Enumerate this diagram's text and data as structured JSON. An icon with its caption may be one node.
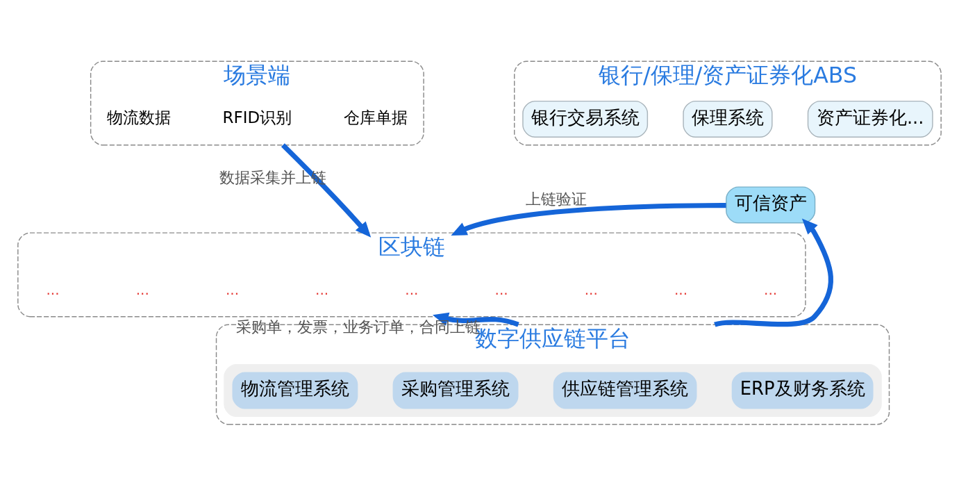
{
  "diagram": {
    "nodes": [
      {
        "text": [
          "场景端"
        ]
      },
      {
        "text": [
          "物流数据"
        ],
        "in": 0
      },
      {
        "text": [
          "RFID识别"
        ],
        "in": 0
      },
      {
        "text": [
          "仓库单据"
        ],
        "in": 0
      },
      {
        "text": [
          "银行/保理/资产证券化ABS"
        ]
      },
      {
        "text": [
          "银行交易系统"
        ],
        "in": 4
      },
      {
        "text": [
          "保理系统"
        ],
        "in": 4
      },
      {
        "text": [
          "资产证券化..."
        ],
        "in": 4
      },
      {
        "text": [
          "可信资产"
        ]
      },
      {
        "text": [
          "区块链"
        ]
      },
      {
        "text": [
          "数字供应链平台"
        ]
      },
      {
        "text": [],
        "shape": "box",
        "in": 10
      },
      {
        "text": [
          "物流管理系统"
        ],
        "in": 11
      },
      {
        "text": [
          "采购管理系统"
        ],
        "in": 11
      },
      {
        "text": [
          "供应链管理系统"
        ],
        "in": 11
      },
      {
        "text": [
          "ERP及财务系统"
        ],
        "in": 11
      }
    ],
    "edges": [
      {
        "from": 0,
        "to": 9,
        "arrow": "to",
        "label": "数据采集并上链"
      },
      {
        "from": 8,
        "to": 9,
        "arrow": "to",
        "label": "上链验证"
      },
      {
        "from": 10,
        "to": 9,
        "arrow": "to",
        "label": "采购单，发票，业务订单，合同上链"
      },
      {
        "from": 10,
        "to": 8,
        "arrow": "to"
      }
    ],
    "labels": [
      "...",
      "...",
      "...",
      "...",
      "...",
      "...",
      "...",
      "...",
      "..."
    ]
  }
}
